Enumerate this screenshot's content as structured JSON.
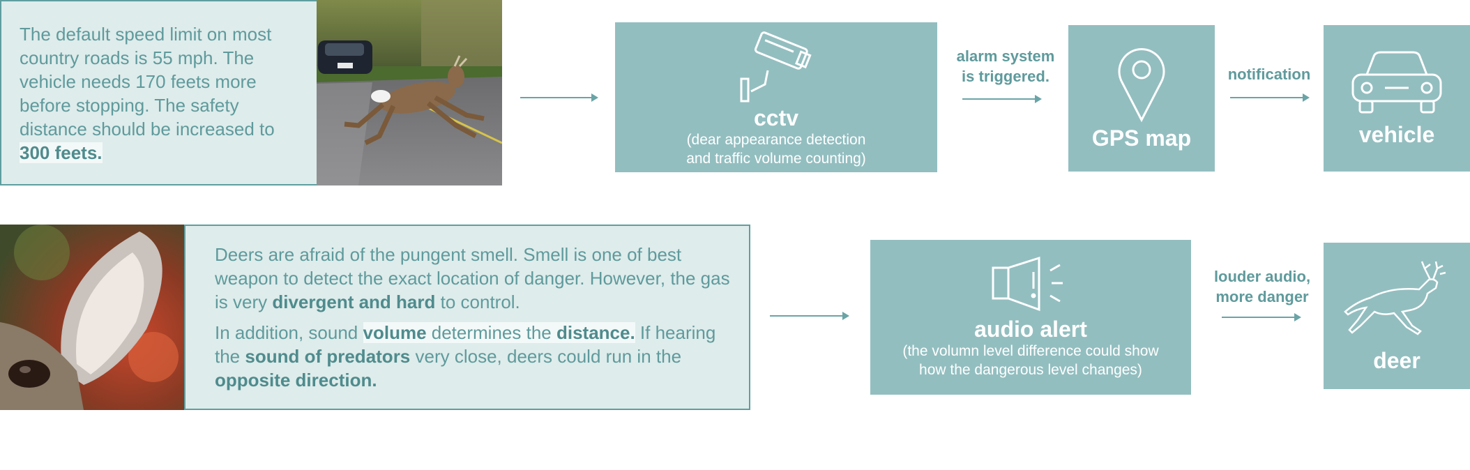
{
  "row1": {
    "text": {
      "t1": "The default speed limit on most country roads is 55 mph. The vehicle needs 170 feets more before stopping. The safety distance should be increased to ",
      "t2": "300 feets."
    },
    "cctv": {
      "title": "cctv",
      "sub1": "(dear appearance detection",
      "sub2": "and traffic volume counting)",
      "icon": "cctv-camera-icon"
    },
    "label1": {
      "line1": "alarm system",
      "line2": "is triggered."
    },
    "gps": {
      "title": "GPS map",
      "icon": "map-pin-icon"
    },
    "label2": {
      "line1": "notification"
    },
    "vehicle": {
      "title": "vehicle",
      "icon": "car-icon"
    }
  },
  "row2": {
    "text": {
      "p1a": "Deers are afraid of the pungent smell. Smell is one of best weapon to detect the exact location of danger. However, the gas is very ",
      "p1b": "divergent and hard",
      "p1c": " to control.",
      "p2a": "In addition, sound ",
      "p2b": "volume",
      "p2c": " determines the ",
      "p2d": "distance.",
      "p2e": " If hearing the ",
      "p2f": "sound of predators",
      "p2g": " very close, deers could run in the ",
      "p2h": "opposite direction."
    },
    "audio": {
      "title": "audio alert",
      "sub1": "(the volumn level difference could show",
      "sub2": "how the dangerous level changes)",
      "icon": "speaker-icon"
    },
    "label": {
      "line1": "louder audio,",
      "line2": "more danger"
    },
    "deer": {
      "title": "deer",
      "icon": "deer-icon"
    }
  },
  "colors": {
    "box": "#93bec0",
    "panel": "#deeceb",
    "border": "#5f9ea0",
    "text": "#5f9a9c"
  }
}
